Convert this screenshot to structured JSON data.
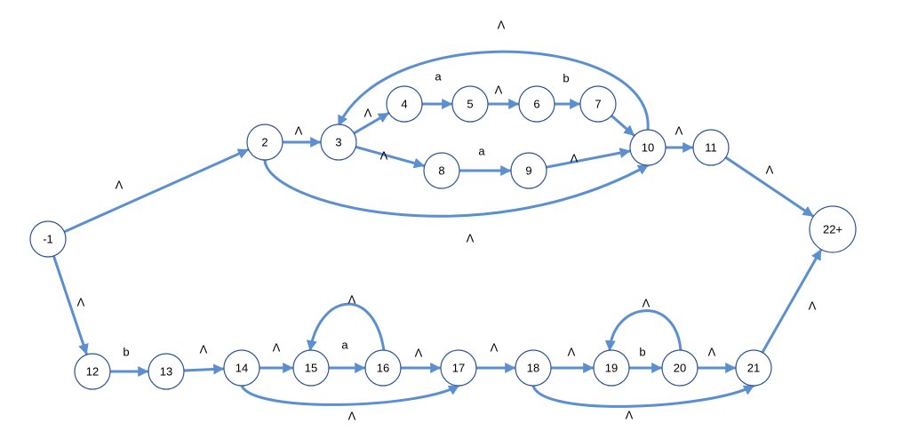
{
  "colors": {
    "edge": "#5b8fcf",
    "node_stroke": "#2f5597",
    "node_fill": "#ffffff",
    "text": "#000000"
  },
  "nodes": [
    {
      "id": "n-1",
      "label": "-1"
    },
    {
      "id": "n2",
      "label": "2"
    },
    {
      "id": "n3",
      "label": "3"
    },
    {
      "id": "n4",
      "label": "4"
    },
    {
      "id": "n5",
      "label": "5"
    },
    {
      "id": "n6",
      "label": "6"
    },
    {
      "id": "n7",
      "label": "7"
    },
    {
      "id": "n8",
      "label": "8"
    },
    {
      "id": "n9",
      "label": "9"
    },
    {
      "id": "n10",
      "label": "10"
    },
    {
      "id": "n11",
      "label": "11"
    },
    {
      "id": "n22",
      "label": "22+"
    },
    {
      "id": "n12",
      "label": "12"
    },
    {
      "id": "n13",
      "label": "13"
    },
    {
      "id": "n14",
      "label": "14"
    },
    {
      "id": "n15",
      "label": "15"
    },
    {
      "id": "n16",
      "label": "16"
    },
    {
      "id": "n17",
      "label": "17"
    },
    {
      "id": "n18",
      "label": "18"
    },
    {
      "id": "n19",
      "label": "19"
    },
    {
      "id": "n20",
      "label": "20"
    },
    {
      "id": "n21",
      "label": "21"
    }
  ],
  "edges": [
    {
      "id": "e-1-2",
      "from": "-1",
      "to": "2",
      "label": "Λ"
    },
    {
      "id": "e-1-12",
      "from": "-1",
      "to": "12",
      "label": "Λ"
    },
    {
      "id": "e2-3",
      "from": "2",
      "to": "3",
      "label": "Λ"
    },
    {
      "id": "e3-4",
      "from": "3",
      "to": "4",
      "label": "Λ"
    },
    {
      "id": "e4-5",
      "from": "4",
      "to": "5",
      "label": "a"
    },
    {
      "id": "e5-6",
      "from": "5",
      "to": "6",
      "label": "Λ"
    },
    {
      "id": "e6-7",
      "from": "6",
      "to": "7",
      "label": "b"
    },
    {
      "id": "e7-10",
      "from": "7",
      "to": "10",
      "label": ""
    },
    {
      "id": "e3-8",
      "from": "3",
      "to": "8",
      "label": "Λ"
    },
    {
      "id": "e8-9",
      "from": "8",
      "to": "9",
      "label": "a"
    },
    {
      "id": "e9-10",
      "from": "9",
      "to": "10",
      "label": "Λ"
    },
    {
      "id": "e10-3",
      "from": "10",
      "to": "3",
      "label": "Λ"
    },
    {
      "id": "e2-10",
      "from": "2",
      "to": "10",
      "label": "Λ"
    },
    {
      "id": "e10-11",
      "from": "10",
      "to": "11",
      "label": "Λ"
    },
    {
      "id": "e11-22",
      "from": "11",
      "to": "22+",
      "label": "Λ"
    },
    {
      "id": "e12-13",
      "from": "12",
      "to": "13",
      "label": "b"
    },
    {
      "id": "e13-14",
      "from": "13",
      "to": "14",
      "label": "Λ"
    },
    {
      "id": "e14-15",
      "from": "14",
      "to": "15",
      "label": "Λ"
    },
    {
      "id": "e15-16",
      "from": "15",
      "to": "16",
      "label": "a"
    },
    {
      "id": "e16-15",
      "from": "16",
      "to": "15",
      "label": "Λ"
    },
    {
      "id": "e16-17",
      "from": "16",
      "to": "17",
      "label": "Λ"
    },
    {
      "id": "e14-17",
      "from": "14",
      "to": "17",
      "label": "Λ"
    },
    {
      "id": "e17-18",
      "from": "17",
      "to": "18",
      "label": "Λ"
    },
    {
      "id": "e18-19",
      "from": "18",
      "to": "19",
      "label": "Λ"
    },
    {
      "id": "e19-20",
      "from": "19",
      "to": "20",
      "label": "b"
    },
    {
      "id": "e20-19",
      "from": "20",
      "to": "19",
      "label": "Λ"
    },
    {
      "id": "e20-21",
      "from": "20",
      "to": "21",
      "label": "Λ"
    },
    {
      "id": "e18-21",
      "from": "18",
      "to": "21",
      "label": "Λ"
    },
    {
      "id": "e21-22",
      "from": "21",
      "to": "22+",
      "label": "Λ"
    }
  ]
}
